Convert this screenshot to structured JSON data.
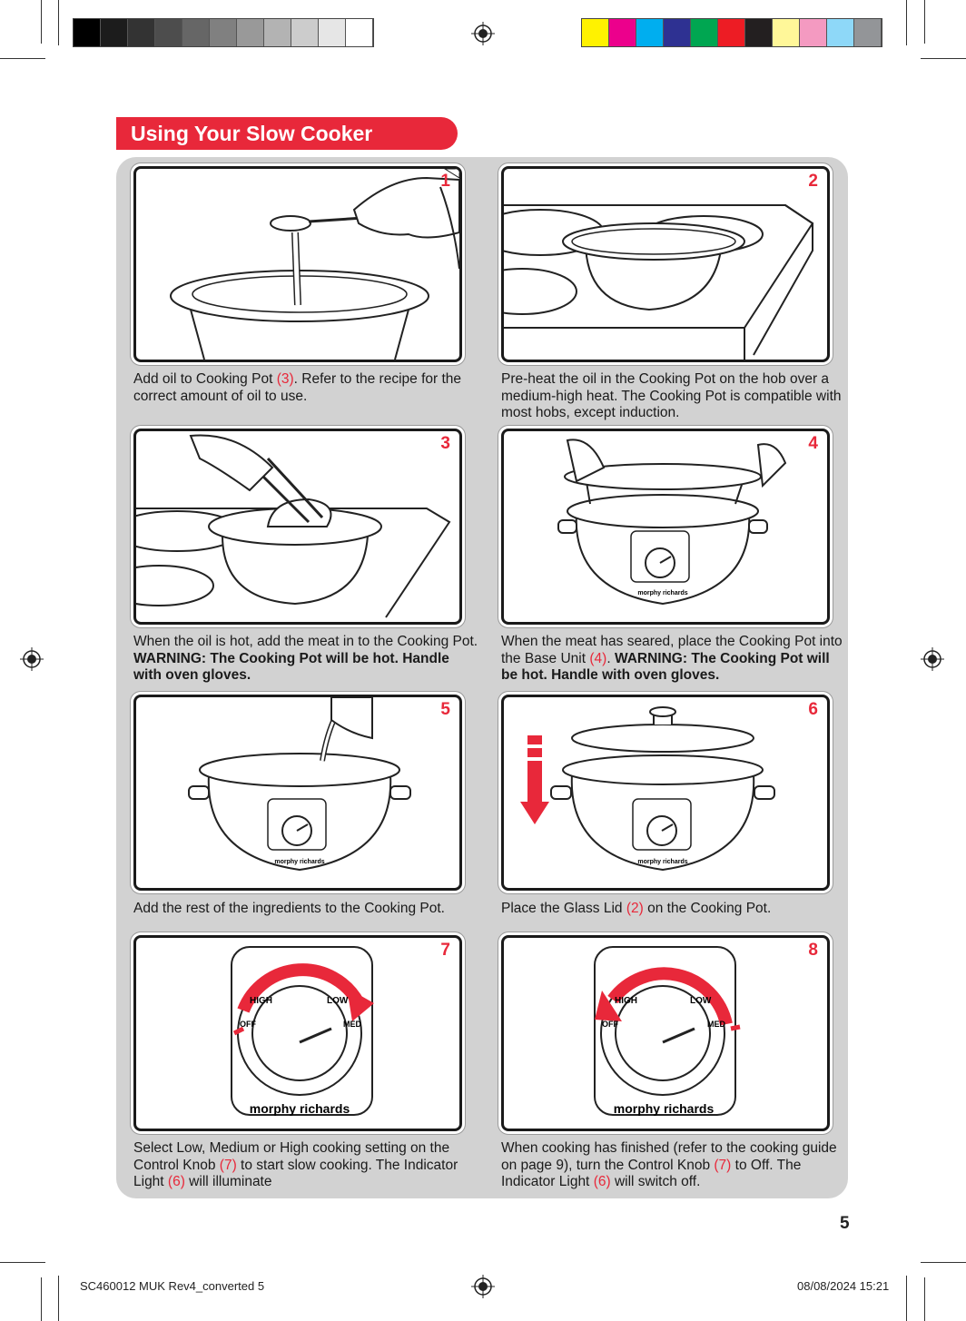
{
  "header": {
    "title": "Using Your Slow Cooker"
  },
  "colors": {
    "accent": "#e8283a",
    "panel": "#d2d2d2"
  },
  "grayscale_swatches": [
    "#000000",
    "#1c1c1c",
    "#333333",
    "#4d4d4d",
    "#666666",
    "#808080",
    "#999999",
    "#b3b3b3",
    "#cccccc",
    "#e6e6e6",
    "#ffffff"
  ],
  "color_swatches": [
    "#fff200",
    "#ec008c",
    "#00aeef",
    "#2e3192",
    "#00a651",
    "#ed1c24",
    "#231f20",
    "#fff799",
    "#f49ac1",
    "#8ed8f8",
    "#939598"
  ],
  "steps": [
    {
      "number": "1",
      "text_a": "Add oil to Cooking Pot ",
      "ref": "(3)",
      "text_b": ". Refer to the recipe for the correct amount of oil to use.",
      "warning": ""
    },
    {
      "number": "2",
      "text_a": "Pre-heat the oil in the Cooking Pot on the hob over a medium-high heat. The Cooking Pot is compatible with most hobs, except induction.",
      "ref": "",
      "text_b": "",
      "warning": ""
    },
    {
      "number": "3",
      "text_a": "When the oil is hot, add the meat in to the Cooking Pot. ",
      "ref": "",
      "text_b": "",
      "warning": "WARNING: The Cooking Pot will be hot. Handle with oven gloves."
    },
    {
      "number": "4",
      "text_a": "When the meat has seared, place the Cooking Pot into the Base Unit ",
      "ref": "(4)",
      "text_b": ". ",
      "warning": "WARNING: The Cooking Pot will be hot. Handle with oven gloves."
    },
    {
      "number": "5",
      "text_a": "Add the rest of the ingredients to the Cooking Pot.",
      "ref": "",
      "text_b": "",
      "warning": ""
    },
    {
      "number": "6",
      "text_a": "Place the Glass Lid ",
      "ref": "(2)",
      "text_b": " on the Cooking Pot.",
      "warning": ""
    },
    {
      "number": "7",
      "text_a": "Select Low, Medium or High cooking setting on the Control Knob ",
      "ref": "(7)",
      "text_b": " to start slow cooking. The Indicator Light ",
      "ref2": "(6)",
      "text_c": " will illuminate"
    },
    {
      "number": "8",
      "text_a": "When cooking has finished (refer to the cooking guide on page 9), turn the Control Knob ",
      "ref": "(7)",
      "text_b": " to Off. The Indicator Light ",
      "ref2": "(6)",
      "text_c": " will switch off."
    }
  ],
  "dial_labels": {
    "high": "HIGH",
    "low": "LOW",
    "off": "OFF",
    "med": "MED",
    "brand": "morphy richards"
  },
  "page_number": "5",
  "footer": {
    "left": "SC460012 MUK Rev4_converted   5",
    "right": "08/08/2024   15:21"
  }
}
